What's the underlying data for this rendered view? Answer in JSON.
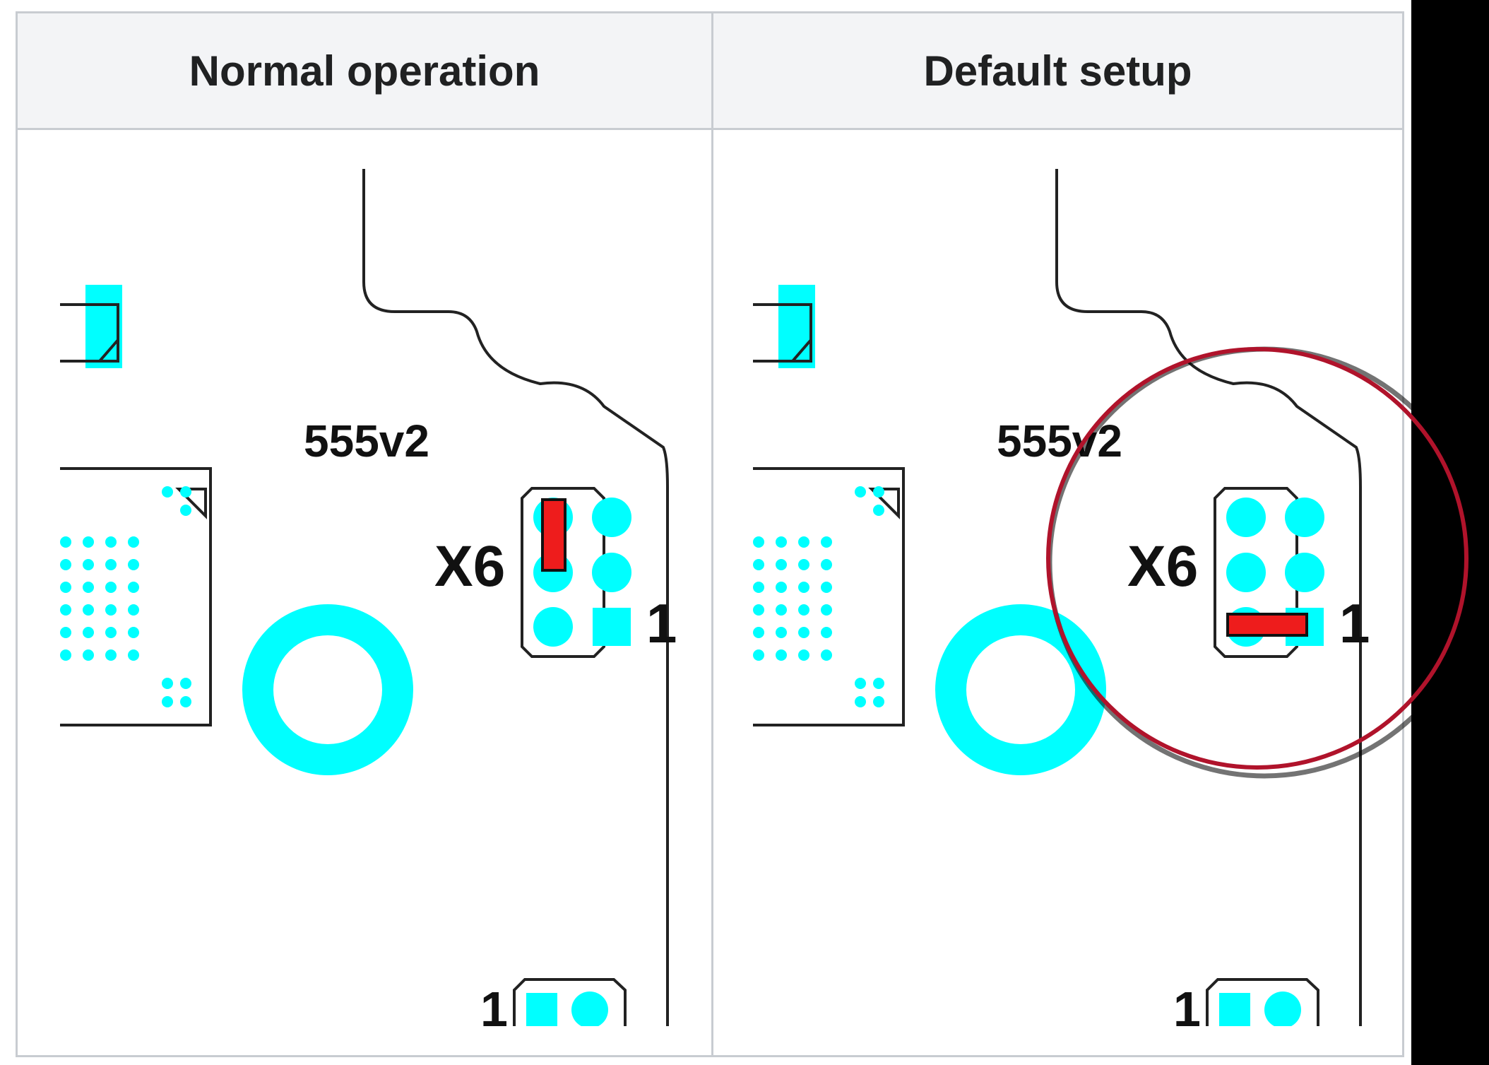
{
  "table": {
    "columns": [
      {
        "title": "Normal operation",
        "jumper": "vertical"
      },
      {
        "title": "Default setup",
        "jumper": "horizontal"
      }
    ]
  },
  "pcb": {
    "board_label": "555v2",
    "connector_label": "X6",
    "pin1_label": "1",
    "bottom_pin_label": "1"
  },
  "colors": {
    "pad": "#00ffff",
    "jumper": "#ee1c1c",
    "outline": "#222222",
    "highlight_circle": "#b0132b",
    "header_bg": "#f3f4f6",
    "border": "#c8ccd1"
  }
}
